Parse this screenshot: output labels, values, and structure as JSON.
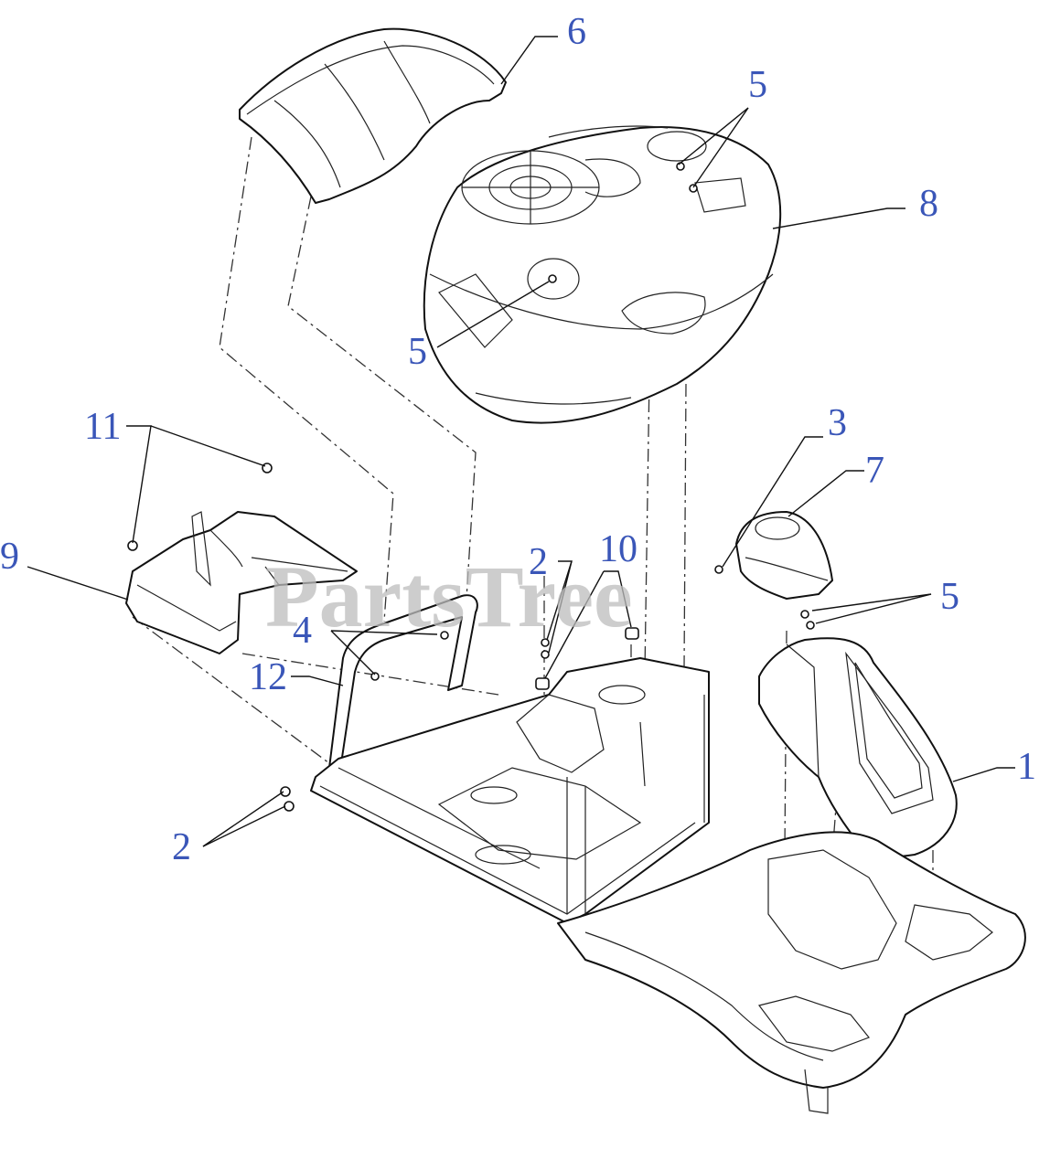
{
  "watermark": "PartsTree",
  "callouts": {
    "c1": "1",
    "c2a": "2",
    "c2b": "2",
    "c3": "3",
    "c4": "4",
    "c5a": "5",
    "c5b": "5",
    "c5c": "5",
    "c6": "6",
    "c7": "7",
    "c8": "8",
    "c9": "9",
    "c10": "10",
    "c11": "11",
    "c12": "12"
  },
  "colors": {
    "callout": "#3a56b8",
    "watermark": "#bdbdbd",
    "line": "#111111"
  }
}
